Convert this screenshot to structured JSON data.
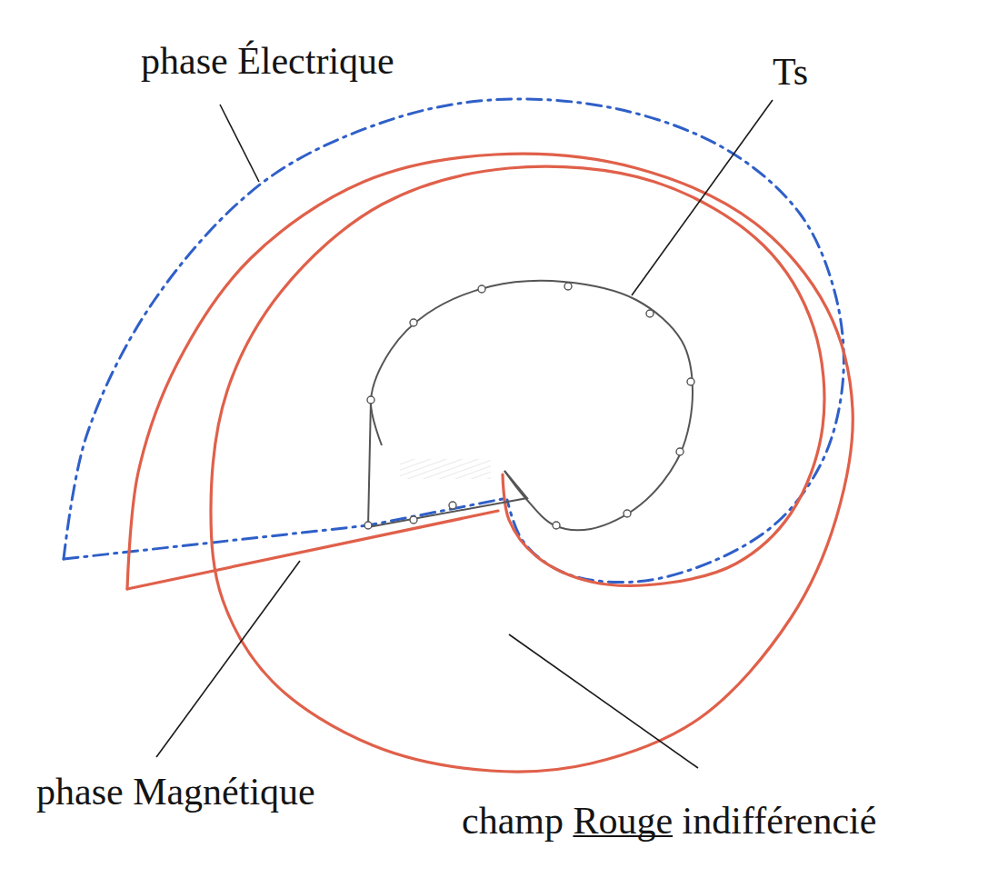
{
  "diagram": {
    "labels": [
      "phase Électrique",
      "Ts",
      "phase Magnétique",
      "champ Rouge indifférencié"
    ]
  }
}
